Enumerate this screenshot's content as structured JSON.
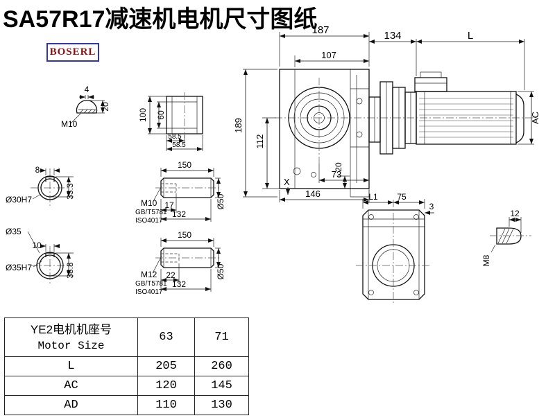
{
  "title": "SA57R17减速机电机尺寸图纸",
  "logo": "BOSERL",
  "views": {
    "keyshaft": {
      "m10": "M10",
      "d4": "4",
      "d20": "20"
    },
    "topview": {
      "d100": "100",
      "d60": "60",
      "d585a": "58.5",
      "d585b": "58.5"
    },
    "gearbox": {
      "d187": "187",
      "d107": "107",
      "d189": "189",
      "d112": "112",
      "d20": "20",
      "d73": "73",
      "d146": "146",
      "x": "X"
    },
    "motor": {
      "d134": "134",
      "l": "L",
      "ac": "AC"
    },
    "bore30": {
      "d8": "8",
      "label": "Ø30H7",
      "d333": "33.3"
    },
    "bore35": {
      "outer": "Ø35",
      "d10": "10",
      "label": "Ø35H7",
      "d388": "38.8"
    },
    "shaft1": {
      "d150": "150",
      "thread": "M10",
      "std1": "GB/T5781",
      "std2": "ISO4017",
      "d17": "17",
      "d132": "132",
      "d50": "Ø50"
    },
    "shaft2": {
      "d150": "150",
      "thread": "M12",
      "std1": "GB/T5781",
      "std2": "ISO4017",
      "d22": "22",
      "d132": "132",
      "d50": "Ø50"
    },
    "flange": {
      "l1": "L1",
      "d75": "75",
      "d3": "3"
    },
    "pin": {
      "d12": "12",
      "m8": "M8"
    }
  },
  "table": {
    "header": {
      "name_cn": "YE2电机机座号",
      "name_en": "Motor Size",
      "c1": "63",
      "c2": "71"
    },
    "rows": [
      {
        "label": "L",
        "v1": "205",
        "v2": "260"
      },
      {
        "label": "AC",
        "v1": "120",
        "v2": "145"
      },
      {
        "label": "AD",
        "v1": "110",
        "v2": "130"
      }
    ]
  }
}
